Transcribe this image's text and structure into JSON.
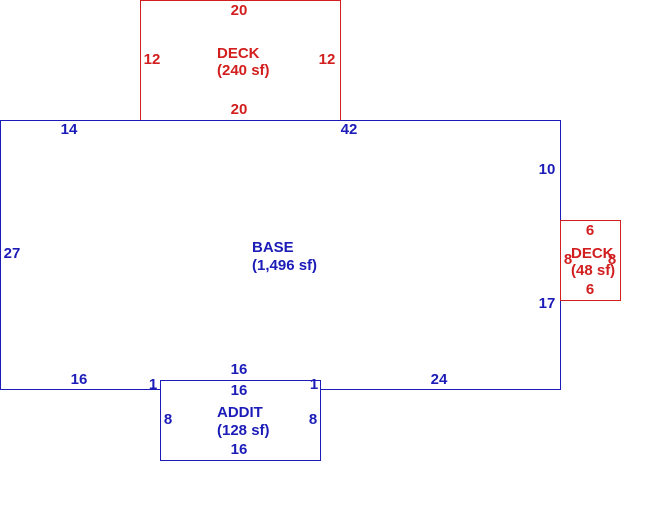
{
  "colors": {
    "base": "#1c1cb8",
    "deck": "#d21e1e"
  },
  "areas": [
    {
      "key": "deck_top",
      "name": "DECK",
      "area": "(240 sf)",
      "color": "#d21e1e",
      "dims": {
        "top": "20",
        "bottom": "20",
        "left": "12",
        "right": "12"
      }
    },
    {
      "key": "base",
      "name": "BASE",
      "area": "(1,496 sf)",
      "color": "#1c1cb8",
      "dims": {
        "top_left": "14",
        "top_right": "42",
        "left": "27",
        "right_upper": "10",
        "right_lower": "17",
        "bottom_left": "16",
        "bottom_right": "24",
        "notch_top": "16",
        "notch_left": "1",
        "notch_right": "1"
      }
    },
    {
      "key": "deck_right",
      "name": "DECK",
      "area": "(48 sf)",
      "color": "#d21e1e",
      "dims": {
        "top": "6",
        "bottom": "6",
        "left": "8",
        "right": "8"
      }
    },
    {
      "key": "addit",
      "name": "ADDIT",
      "area": "(128 sf)",
      "color": "#1c1cb8",
      "dims": {
        "top": "16",
        "bottom": "16",
        "left": "8",
        "right": "8"
      }
    }
  ]
}
